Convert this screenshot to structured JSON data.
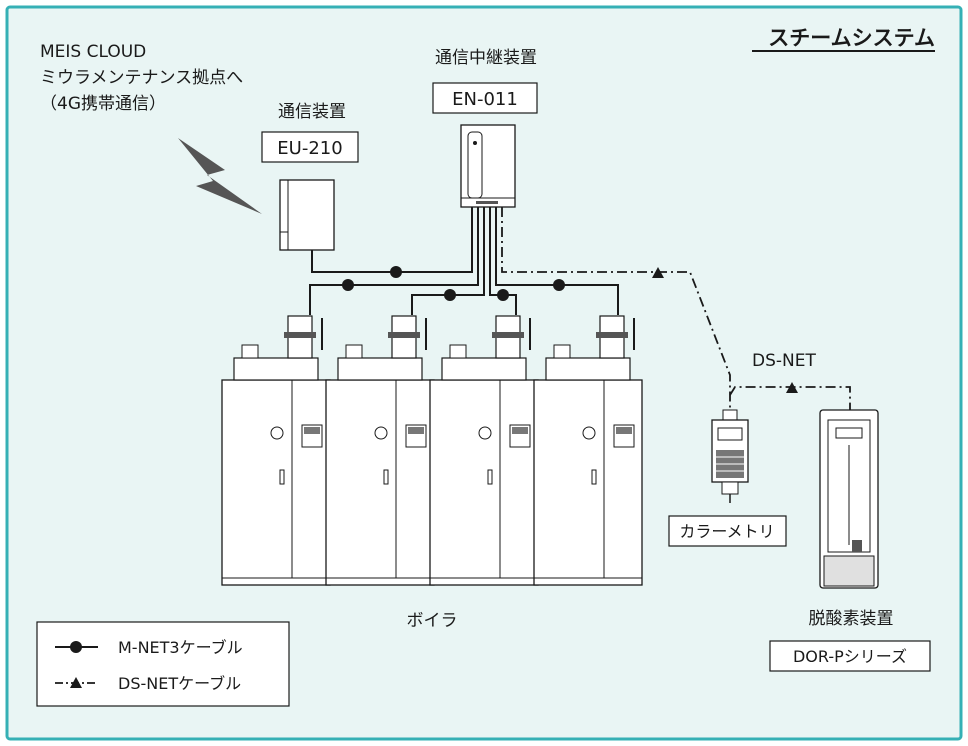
{
  "title": "スチームシステム",
  "cloud": {
    "line1": "MEIS CLOUD",
    "line2": "ミウラメンテナンス拠点へ",
    "line3": "（4G携帯通信）"
  },
  "comm_device": {
    "label": "通信装置",
    "model": "EU-210"
  },
  "relay_device": {
    "label": "通信中継装置",
    "model": "EN-011"
  },
  "ds_net_label": "DS-NET",
  "boiler_label": "ボイラ",
  "colorimetry_label": "カラーメトリ",
  "deoxygenator": {
    "label": "脱酸素装置",
    "model": "DOR-Pシリーズ"
  },
  "legend": [
    {
      "label": "M-NET3ケーブル",
      "style": "solid-circle"
    },
    {
      "label": "DS-NETケーブル",
      "style": "dashdot-triangle"
    }
  ],
  "colors": {
    "frame": "#35b0b5",
    "background": "#e9f5f4",
    "line": "#1a1a1a"
  }
}
